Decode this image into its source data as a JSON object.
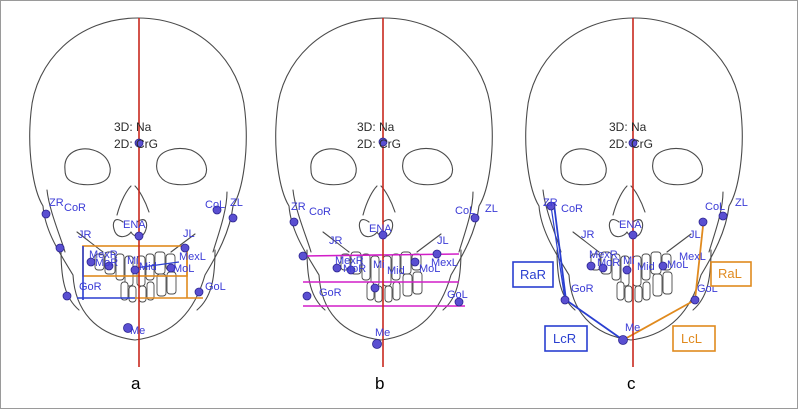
{
  "panels": [
    {
      "letter": "a"
    },
    {
      "letter": "b"
    },
    {
      "letter": "c"
    }
  ],
  "landmarks": {
    "na": "3D: Na",
    "crg": "2D: CrG",
    "zr": "ZR",
    "cor": "CoR",
    "ena": "ENA",
    "col": "CoL",
    "zl": "ZL",
    "jr": "JR",
    "jl": "JL",
    "mexr": "MexR",
    "mor": "MoR",
    "mi": "Mi",
    "mid": "Mid",
    "mol": "MoL",
    "mexl": "MexL",
    "gor": "GoR",
    "gol": "GoL",
    "me": "Me"
  },
  "boxes": {
    "rar": "RaR",
    "lcr": "LcR",
    "ral": "RaL",
    "lcl": "LcL"
  },
  "colors": {
    "midline": "#c8281e",
    "landmark": "#5a4fd1",
    "label": "#3b3bd6",
    "orange": "#e08a1e",
    "blue": "#2a3fd0",
    "magenta": "#d21ec8"
  }
}
